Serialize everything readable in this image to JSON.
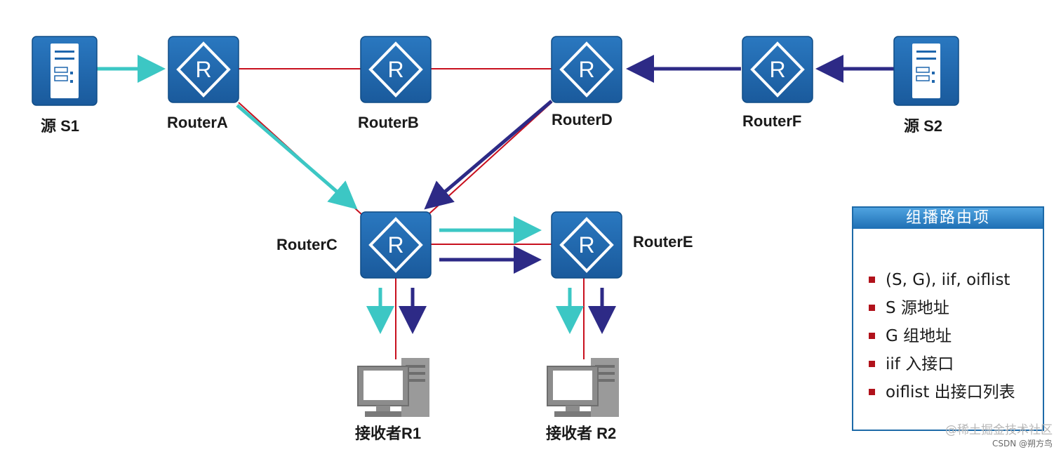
{
  "nodes": {
    "source_s1": "源 S1",
    "source_s2": "源 S2",
    "router_a": "RouterA",
    "router_b": "RouterB",
    "router_c": "RouterC",
    "router_d": "RouterD",
    "router_e": "RouterE",
    "router_f": "RouterF",
    "receiver_r1": "接收者R1",
    "receiver_r2": "接收者 R2",
    "router_glyph": "R"
  },
  "legend": {
    "title": "组播路由项",
    "items": [
      "(S, G), iif, oiflist",
      "S 源地址",
      "G 组地址",
      "iif 入接口",
      "oiflist 出接口列表"
    ]
  },
  "watermark": {
    "line1": "@稀土掘金技术社区",
    "line2": "CSDN @朔方鸟"
  },
  "colors": {
    "device_blue": "#1f67ad",
    "device_border": "#0f4c86",
    "link_red": "#c8101e",
    "flow_s1_teal": "#3cc7c4",
    "flow_s2_navy": "#2d2a86",
    "pc_gray": "#8c8c8c",
    "legend_bullet": "#b1121b"
  },
  "icons": {
    "router": "router-icon",
    "server": "server-icon",
    "pc": "pc-icon"
  }
}
